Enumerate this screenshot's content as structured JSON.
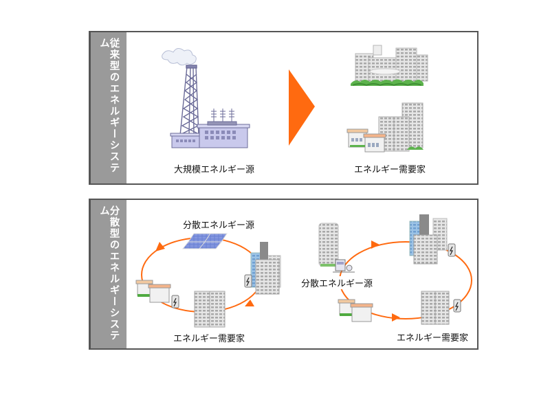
{
  "conventional": {
    "title": "従来型のエネルギーシステム",
    "source_label": "大規模エネルギー源",
    "consumer_label": "エネルギー需要家",
    "arrow_icon": "triangle-right-icon"
  },
  "distributed": {
    "title": "分散型のエネルギーシステム",
    "left_cycle": {
      "source_label": "分散エネルギー源",
      "consumer_label": "エネルギー需要家"
    },
    "right_cycle": {
      "source_label": "分散エネルギー源",
      "consumer_label": "エネルギー需要家"
    }
  },
  "colors": {
    "accent": "#ff6a10",
    "side_band": "#9a9a9a",
    "border": "#555555",
    "building_lavender": "#c9c9ec",
    "solar_blue": "#5a6fc4"
  }
}
